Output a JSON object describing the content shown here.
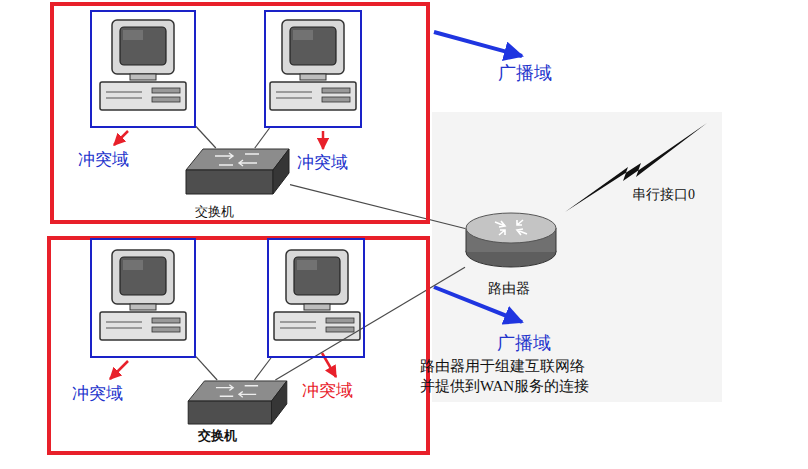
{
  "diagram": {
    "nodes": [
      {
        "text": [
          "广播域"
        ]
      },
      {
        "text": [
          "冲突域"
        ],
        "in": 0
      },
      {
        "text": [
          "冲突域"
        ],
        "in": 0
      },
      {
        "text": [
          "交换机"
        ],
        "in": 0
      },
      {
        "text": [
          "路由器"
        ]
      },
      {
        "text": [
          "广播域"
        ]
      },
      {
        "text": [
          "冲突域"
        ],
        "in": 5
      },
      {
        "text": [
          "冲突域"
        ],
        "in": 5
      },
      {
        "text": [
          "交换机"
        ],
        "in": 5
      }
    ],
    "edges": [
      {
        "from": 3,
        "to": 1,
        "arrow": "none"
      },
      {
        "from": 3,
        "to": 2,
        "arrow": "none"
      },
      {
        "from": 3,
        "to": 4,
        "arrow": "none"
      },
      {
        "from": 8,
        "to": 6,
        "arrow": "none"
      },
      {
        "from": 8,
        "to": 7,
        "arrow": "none"
      },
      {
        "from": 8,
        "to": 4,
        "arrow": "none"
      }
    ],
    "labels": [
      "串行接口0",
      "路由器用于组建互联网络 并提供到WAN服务的连接"
    ]
  }
}
